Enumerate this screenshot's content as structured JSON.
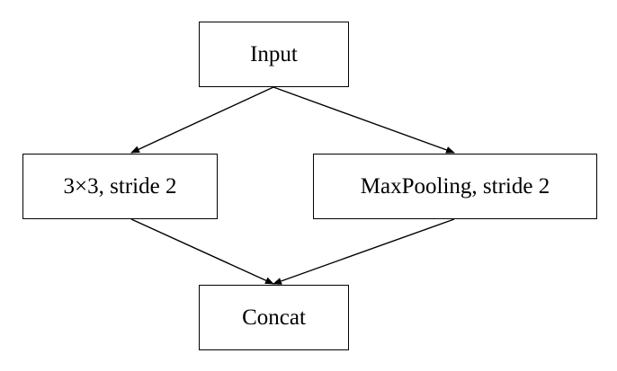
{
  "nodes": {
    "input": {
      "label": "Input"
    },
    "conv": {
      "label": "3×3, stride 2"
    },
    "pool": {
      "label": "MaxPooling, stride 2"
    },
    "concat": {
      "label": "Concat"
    }
  },
  "edges": [
    {
      "from": "input",
      "to": "conv"
    },
    {
      "from": "input",
      "to": "pool"
    },
    {
      "from": "conv",
      "to": "concat"
    },
    {
      "from": "pool",
      "to": "concat"
    }
  ],
  "colors": {
    "stroke": "#000000",
    "background": "#ffffff",
    "text": "#000000"
  }
}
